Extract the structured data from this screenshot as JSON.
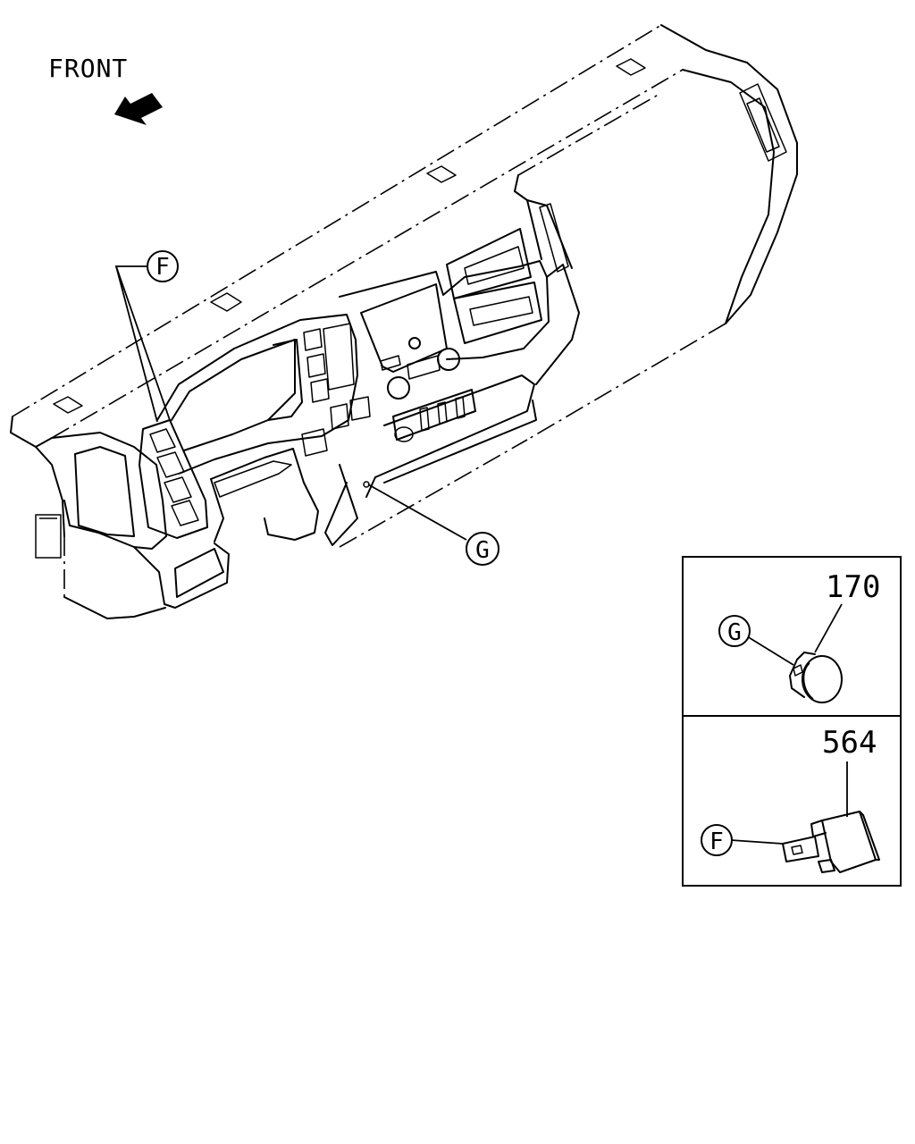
{
  "direction_label": "FRONT",
  "callouts": {
    "f_main": "F",
    "g_main": "G",
    "g_detail": "G",
    "f_detail": "F"
  },
  "parts": {
    "upper_part_number": "170",
    "lower_part_number": "564"
  }
}
